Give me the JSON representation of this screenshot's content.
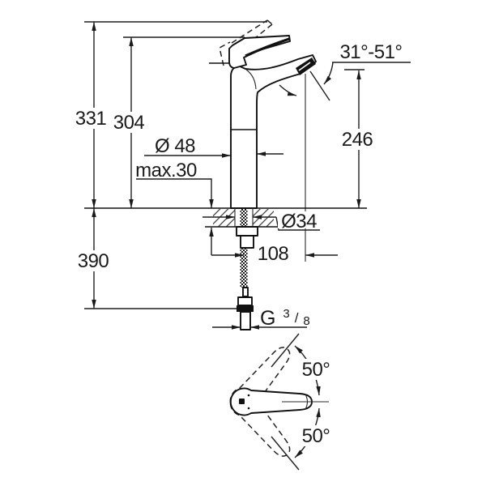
{
  "product_drawing": {
    "front_view": {
      "overall_height": "331",
      "height_to_handle": "304",
      "body_diameter": "Ø 48",
      "max_deck_thickness": "max.30",
      "below_deck_depth": "390",
      "spout_height": "246",
      "spray_angle_range": "31°-51°",
      "hole_diameter": "Ø34",
      "spout_reach": "108",
      "connection_thread": {
        "letter": "G",
        "numerator": "3",
        "slash": "/",
        "denominator": "8"
      }
    },
    "top_view": {
      "handle_swing_upper": "50°",
      "handle_swing_lower": "50°"
    }
  }
}
